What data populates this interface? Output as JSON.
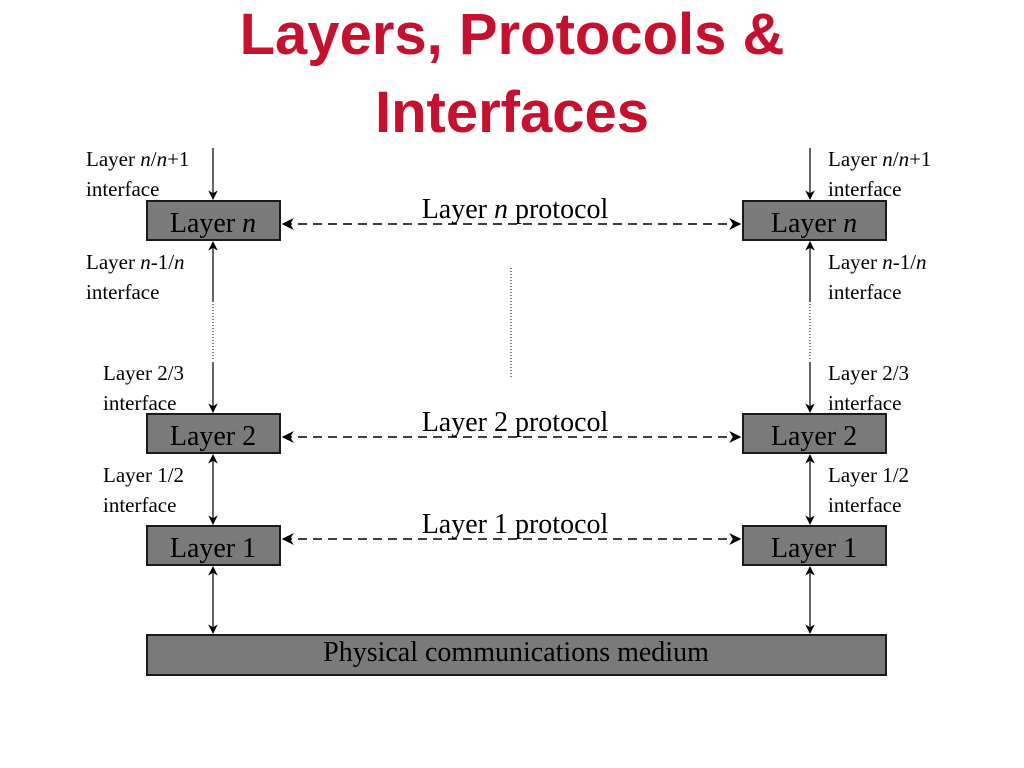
{
  "title": {
    "line1": "Layers, Protocols &",
    "line2": "Interfaces"
  },
  "layers": {
    "n": {
      "prefix": "Layer ",
      "var": "n"
    },
    "l2": "Layer 2",
    "l1": "Layer 1"
  },
  "protocols": {
    "n": {
      "prefix": "Layer ",
      "var": "n",
      "suffix": " protocol"
    },
    "l2": "Layer 2 protocol",
    "l1": "Layer 1 protocol"
  },
  "interfaces": {
    "top": {
      "word": "Layer ",
      "a": "n",
      "sep": "/",
      "b": "n",
      "tail": "+1",
      "line2": "interface"
    },
    "nm1": {
      "word": "Layer ",
      "a": "n",
      "sep": "-1/",
      "b": "n",
      "line2": "interface"
    },
    "l23": {
      "line1": "Layer 2/3",
      "line2": "interface"
    },
    "l12": {
      "line1": "Layer 1/2",
      "line2": "interface"
    }
  },
  "medium": "Physical communications medium"
}
